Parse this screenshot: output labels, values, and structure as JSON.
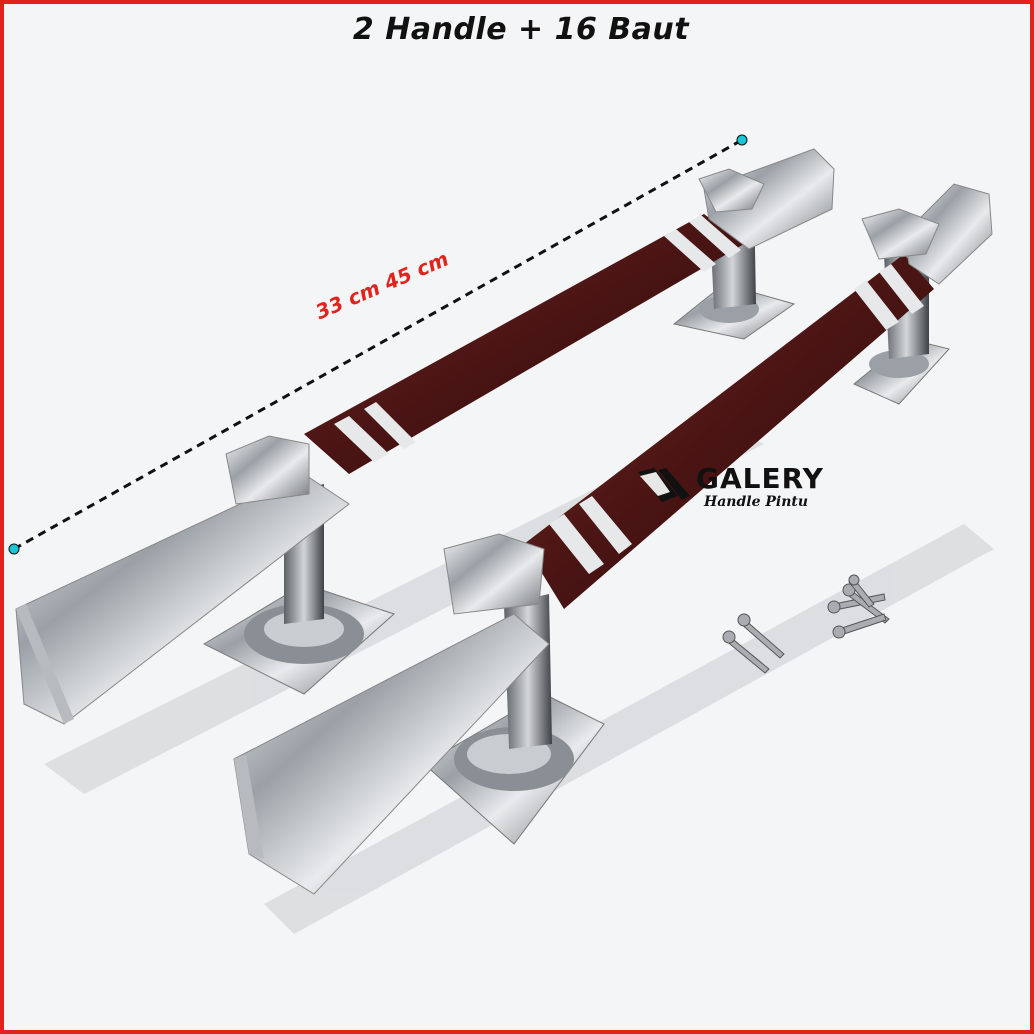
{
  "title": "2 Handle + 16 Baut",
  "dimension_label": "33 cm 45 cm",
  "brand": {
    "name": "GALERY",
    "tagline": "Handle Pintu"
  },
  "colors": {
    "border": "#e0241c",
    "dimension_text": "#e0241c",
    "marker": "#19c6d8",
    "wood": "#4a1414",
    "chrome": "#c9ccd0"
  }
}
